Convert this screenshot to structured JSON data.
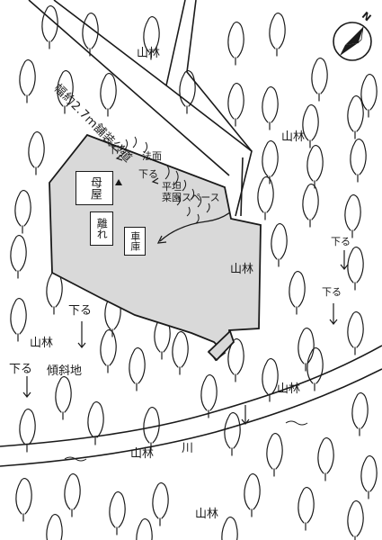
{
  "road_label": "幅約2.7ｍ舗装公道",
  "compass_label": "N",
  "buildings": {
    "main_house": "母屋",
    "annex": "離れ",
    "garage": "車庫"
  },
  "terrain": {
    "slope": "法面",
    "flat_garden": "平坦\n菜園スペース",
    "sloped_land": "傾斜地"
  },
  "down_label": "下る",
  "forest_label": "山林",
  "river_label": "川",
  "colors": {
    "property_fill": "#d9d9d9",
    "line": "#1a1a1a"
  }
}
